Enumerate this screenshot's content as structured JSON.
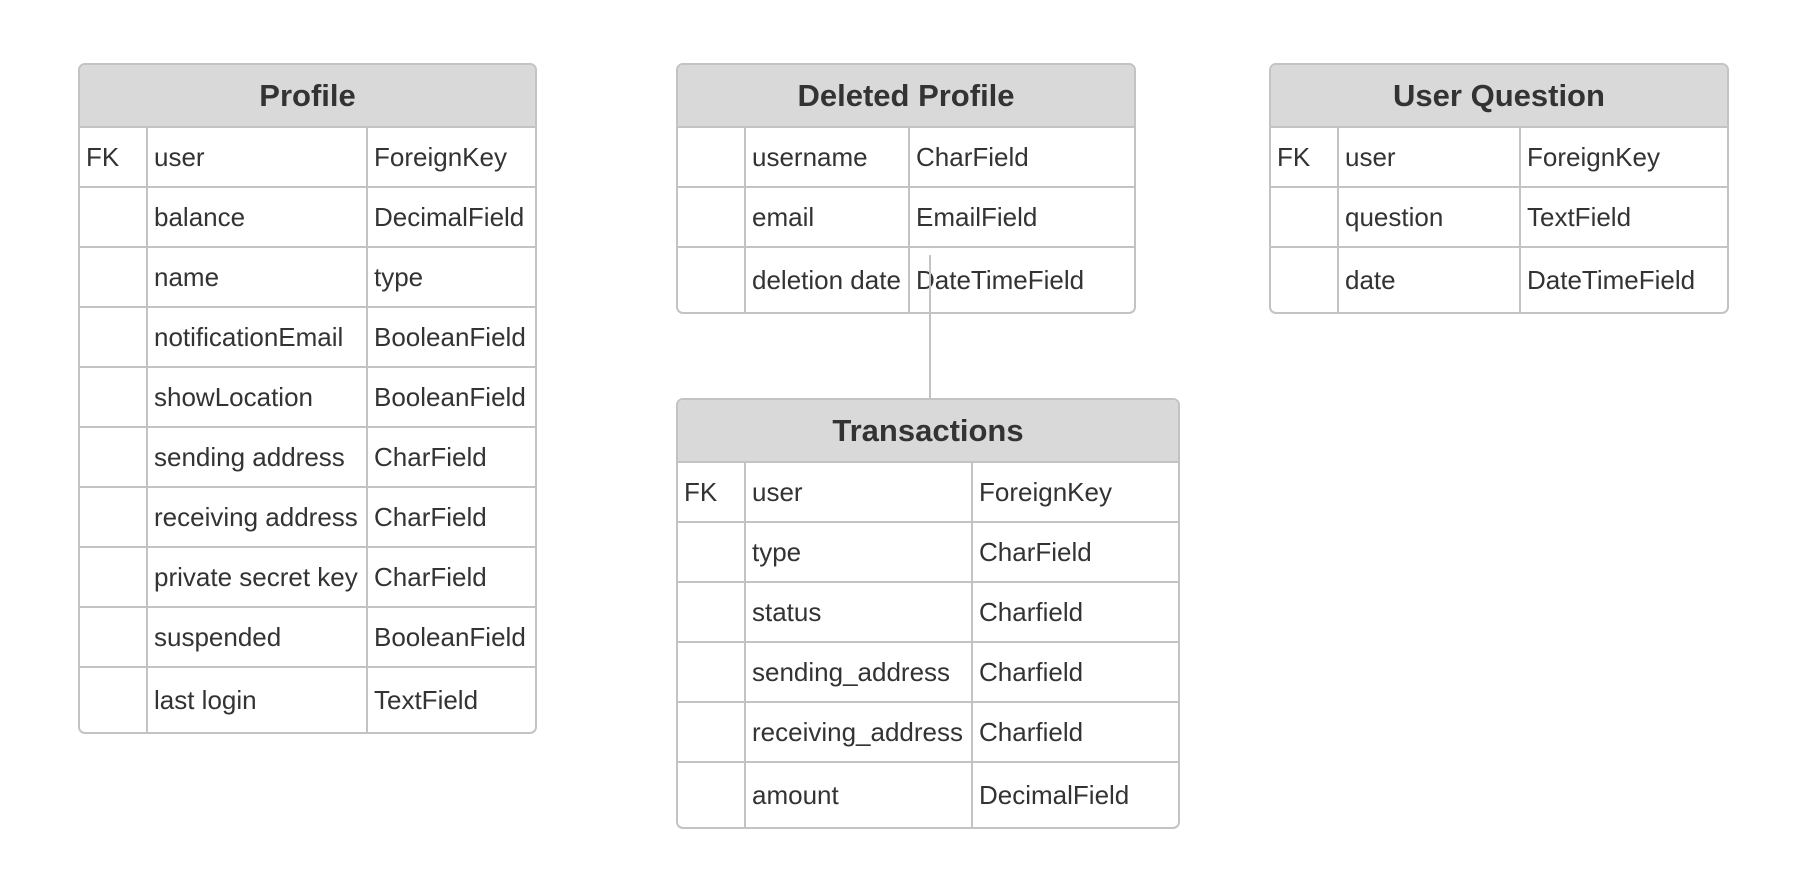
{
  "entities": {
    "profile": {
      "title": "Profile",
      "rows": [
        {
          "key": "FK",
          "name": "user",
          "type": "ForeignKey"
        },
        {
          "key": "",
          "name": "balance",
          "type": "DecimalField"
        },
        {
          "key": "",
          "name": "name",
          "type": "type"
        },
        {
          "key": "",
          "name": "notificationEmail",
          "type": "BooleanField"
        },
        {
          "key": "",
          "name": "showLocation",
          "type": "BooleanField"
        },
        {
          "key": "",
          "name": "sending address",
          "type": "CharField"
        },
        {
          "key": "",
          "name": "receiving address",
          "type": "CharField"
        },
        {
          "key": "",
          "name": "private secret key",
          "type": "CharField"
        },
        {
          "key": "",
          "name": "suspended",
          "type": "BooleanField"
        },
        {
          "key": "",
          "name": "last login",
          "type": "TextField"
        }
      ]
    },
    "deleted_profile": {
      "title": "Deleted Profile",
      "rows": [
        {
          "key": "",
          "name": "username",
          "type": "CharField"
        },
        {
          "key": "",
          "name": "email",
          "type": "EmailField"
        },
        {
          "key": "",
          "name": "deletion date",
          "type": "DateTimeField"
        }
      ]
    },
    "user_question": {
      "title": "User Question",
      "rows": [
        {
          "key": "FK",
          "name": "user",
          "type": "ForeignKey"
        },
        {
          "key": "",
          "name": "question",
          "type": "TextField"
        },
        {
          "key": "",
          "name": "date",
          "type": "DateTimeField"
        }
      ]
    },
    "transactions": {
      "title": "Transactions",
      "rows": [
        {
          "key": "FK",
          "name": "user",
          "type": "ForeignKey"
        },
        {
          "key": "",
          "name": "type",
          "type": "CharField"
        },
        {
          "key": "",
          "name": "status",
          "type": "Charfield"
        },
        {
          "key": "",
          "name": "sending_address",
          "type": "Charfield"
        },
        {
          "key": "",
          "name": "receiving_address",
          "type": "Charfield"
        },
        {
          "key": "",
          "name": "amount",
          "type": "DecimalField"
        }
      ]
    }
  },
  "colors": {
    "header_bg": "#d9d9d9",
    "border": "#c3c3c3",
    "text": "#333333",
    "connector": "#c3c3c3"
  }
}
